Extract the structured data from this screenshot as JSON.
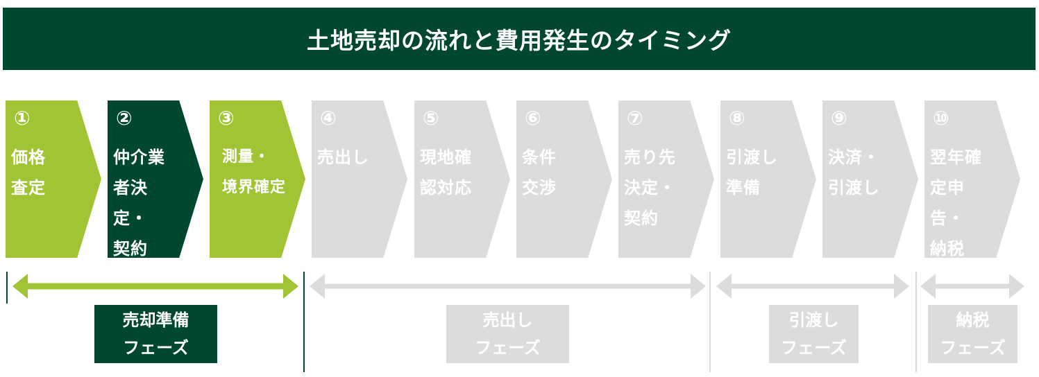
{
  "title": "土地売却の流れと費用発生のタイミング",
  "steps": [
    {
      "num": "①",
      "label": "価格\n査定",
      "state": "active"
    },
    {
      "num": "②",
      "label": "仲介業\n者決定・\n契約",
      "state": "current"
    },
    {
      "num": "③",
      "label": "測量・\n境界確定",
      "state": "active"
    },
    {
      "num": "④",
      "label": "売出し",
      "state": "inactive"
    },
    {
      "num": "⑤",
      "label": "現地確\n認対応",
      "state": "inactive"
    },
    {
      "num": "⑥",
      "label": "条件\n交渉",
      "state": "inactive"
    },
    {
      "num": "⑦",
      "label": "売り先\n決定・\n契約",
      "state": "inactive"
    },
    {
      "num": "⑧",
      "label": "引渡し\n準備",
      "state": "inactive"
    },
    {
      "num": "⑨",
      "label": "決済・\n引渡し",
      "state": "inactive"
    },
    {
      "num": "⑩",
      "label": "翌年確\n定申告・\n納税",
      "state": "inactive"
    }
  ],
  "phases": [
    {
      "label": "売却準備\nフェーズ",
      "state": "current",
      "from_step": 1,
      "to_step": 3
    },
    {
      "label": "売出し\nフェーズ",
      "state": "inactive",
      "from_step": 4,
      "to_step": 7
    },
    {
      "label": "引渡し\nフェーズ",
      "state": "inactive",
      "from_step": 8,
      "to_step": 9
    },
    {
      "label": "納税\nフェーズ",
      "state": "inactive",
      "from_step": 10,
      "to_step": 10
    }
  ],
  "colors": {
    "dark_green": "#004730",
    "light_green": "#a0c434",
    "inactive_gray": "#dcdcdc",
    "text_white": "#ffffff"
  }
}
